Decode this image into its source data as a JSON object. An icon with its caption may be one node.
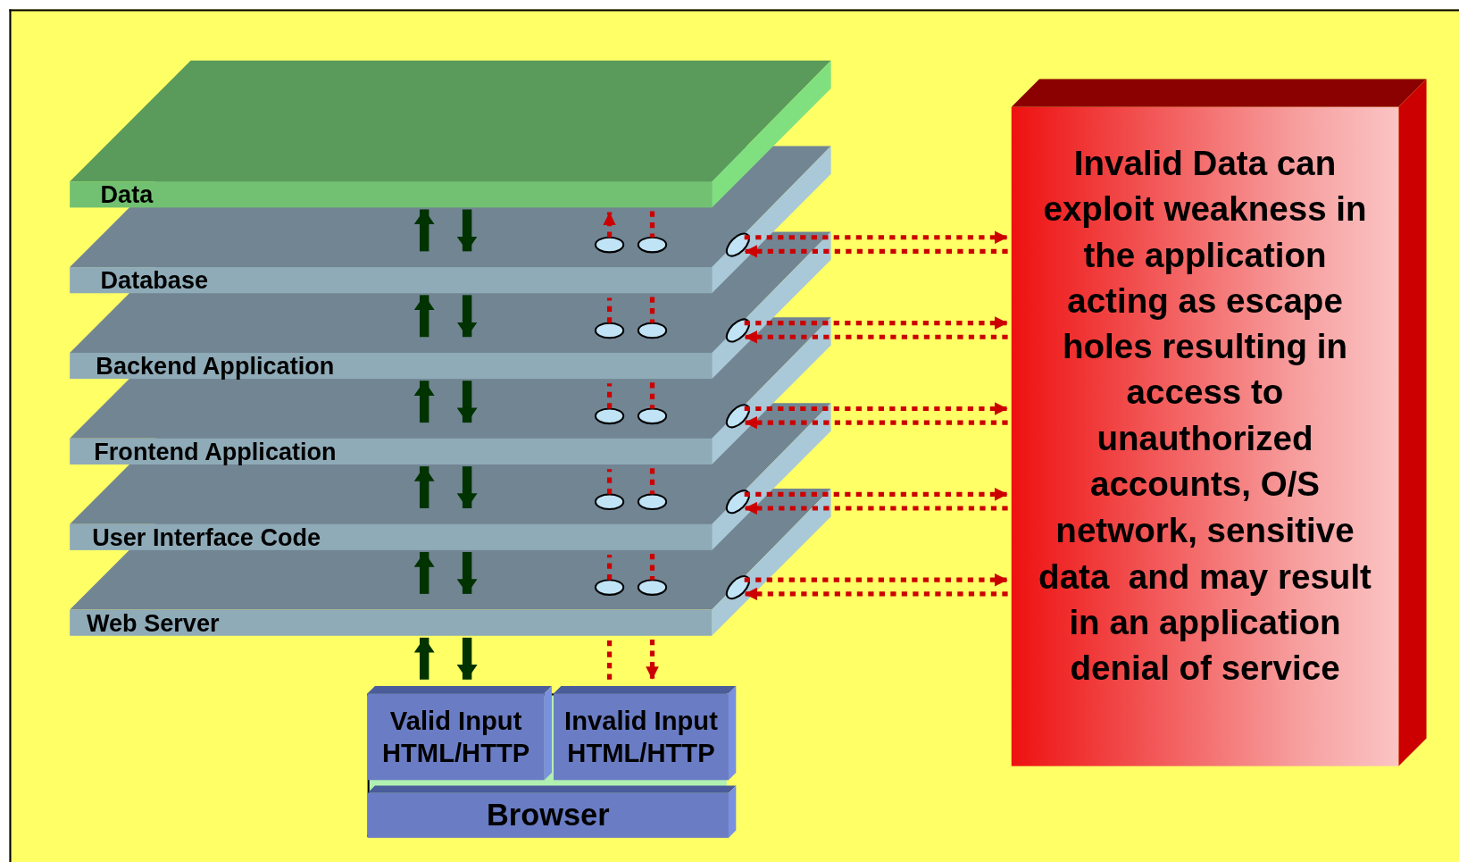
{
  "diagram": {
    "nodes": [
      {
        "text": [
          "Data"
        ]
      },
      {
        "text": [
          "Database"
        ]
      },
      {
        "text": [
          "Backend Application"
        ]
      },
      {
        "text": [
          "Frontend Application"
        ]
      },
      {
        "text": [
          "User Interface Code"
        ]
      },
      {
        "text": [
          "Web Server"
        ]
      },
      {
        "text": [
          "Valid Input HTML/HTTP"
        ]
      },
      {
        "text": [
          "Invalid Input HTML/HTTP"
        ]
      },
      {
        "text": [
          "Browser"
        ]
      },
      {
        "text": [
          "Invalid Data can exploit weakness in the application acting as escape holes resulting in access to unauthorized accounts, O/S network, sensitive data  and may result in an application denial of service"
        ]
      }
    ],
    "edges": [
      {
        "from": 1,
        "to": 0,
        "arrow": "to",
        "style": "thick",
        "color": "#003300"
      },
      {
        "from": 0,
        "to": 1,
        "arrow": "to",
        "style": "thick",
        "color": "#003300"
      },
      {
        "from": 1,
        "to": 0,
        "arrow": "to",
        "style": "dashed"
      },
      {
        "from": 0,
        "to": 1,
        "arrow": "none",
        "style": "dashed"
      },
      {
        "from": 2,
        "to": 1,
        "arrow": "to",
        "style": "thick",
        "color": "#003300"
      },
      {
        "from": 1,
        "to": 2,
        "arrow": "to",
        "style": "thick",
        "color": "#003300"
      },
      {
        "from": 2,
        "to": 1,
        "arrow": "none",
        "style": "dashed"
      },
      {
        "from": 1,
        "to": 2,
        "arrow": "none",
        "style": "dashed"
      },
      {
        "from": 3,
        "to": 2,
        "arrow": "to",
        "style": "thick",
        "color": "#003300"
      },
      {
        "from": 2,
        "to": 3,
        "arrow": "to",
        "style": "thick",
        "color": "#003300"
      },
      {
        "from": 3,
        "to": 2,
        "arrow": "none",
        "style": "dashed"
      },
      {
        "from": 2,
        "to": 3,
        "arrow": "none",
        "style": "dashed"
      },
      {
        "from": 4,
        "to": 3,
        "arrow": "to",
        "style": "thick",
        "color": "#003300"
      },
      {
        "from": 3,
        "to": 4,
        "arrow": "to",
        "style": "thick",
        "color": "#003300"
      },
      {
        "from": 4,
        "to": 3,
        "arrow": "none",
        "style": "dashed"
      },
      {
        "from": 3,
        "to": 4,
        "arrow": "none",
        "style": "dashed"
      },
      {
        "from": 5,
        "to": 4,
        "arrow": "to",
        "style": "thick",
        "color": "#003300"
      },
      {
        "from": 4,
        "to": 5,
        "arrow": "to",
        "style": "thick",
        "color": "#003300"
      },
      {
        "from": 5,
        "to": 4,
        "arrow": "none",
        "style": "dashed"
      },
      {
        "from": 4,
        "to": 5,
        "arrow": "none",
        "style": "dashed"
      },
      {
        "from": 6,
        "to": 5,
        "arrow": "to",
        "style": "thick",
        "color": "#003300"
      },
      {
        "from": 5,
        "to": 6,
        "arrow": "to",
        "style": "thick",
        "color": "#003300"
      },
      {
        "from": 7,
        "to": 5,
        "arrow": "none",
        "style": "dashed"
      },
      {
        "from": 5,
        "to": 7,
        "arrow": "to",
        "style": "dashed"
      },
      {
        "from": 1,
        "to": 9,
        "arrow": "to",
        "style": "dashed"
      },
      {
        "from": 9,
        "to": 1,
        "arrow": "to",
        "style": "dashed"
      },
      {
        "from": 2,
        "to": 9,
        "arrow": "to",
        "style": "dashed"
      },
      {
        "from": 9,
        "to": 2,
        "arrow": "to",
        "style": "dashed"
      },
      {
        "from": 3,
        "to": 9,
        "arrow": "to",
        "style": "dashed"
      },
      {
        "from": 9,
        "to": 3,
        "arrow": "to",
        "style": "dashed"
      },
      {
        "from": 4,
        "to": 9,
        "arrow": "to",
        "style": "dashed"
      },
      {
        "from": 9,
        "to": 4,
        "arrow": "to",
        "style": "dashed"
      },
      {
        "from": 5,
        "to": 9,
        "arrow": "to",
        "style": "dashed"
      },
      {
        "from": 9,
        "to": 5,
        "arrow": "to",
        "style": "dashed"
      }
    ]
  }
}
